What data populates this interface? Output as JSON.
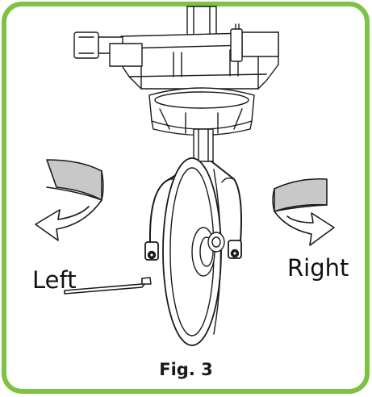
{
  "labels": {
    "left": "Left",
    "right": "Right"
  },
  "caption": "Fig. 3",
  "colors": {
    "frame": "#7dc242",
    "arrow_fill": "#c8c8c8",
    "line": "#1a1a1a"
  }
}
